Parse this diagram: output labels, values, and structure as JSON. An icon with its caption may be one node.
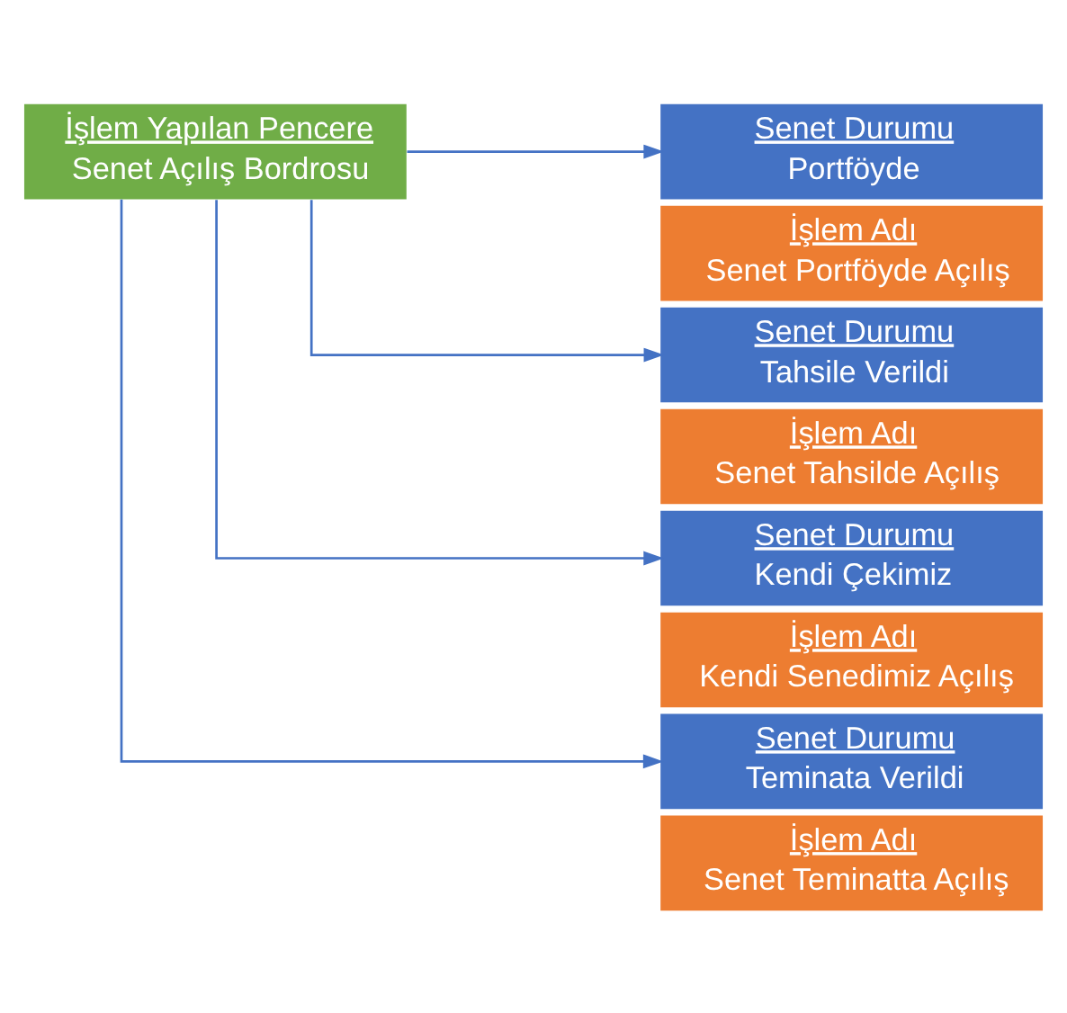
{
  "diagram": {
    "nodes": [
      {
        "text": [
          "İşlem Yapılan Pencere",
          "Senet Açılış Bordrosu"
        ]
      },
      {
        "text": [
          "Senet Durumu",
          "Portföyde"
        ]
      },
      {
        "text": [
          "İşlem Adı",
          "Senet Portföyde Açılış"
        ]
      },
      {
        "text": [
          "Senet Durumu",
          "Tahsile Verildi"
        ]
      },
      {
        "text": [
          "İşlem Adı",
          "Senet Tahsilde Açılış"
        ]
      },
      {
        "text": [
          "Senet Durumu",
          "Kendi Çekimiz"
        ]
      },
      {
        "text": [
          "İşlem Adı",
          "Kendi Senedimiz Açılış"
        ]
      },
      {
        "text": [
          "Senet Durumu",
          "Teminata Verildi"
        ]
      },
      {
        "text": [
          "İşlem Adı",
          "Senet Teminatta Açılış"
        ]
      }
    ],
    "edges": [
      {
        "from": 0,
        "to": 1,
        "arrow": "to"
      },
      {
        "from": 0,
        "to": 3,
        "arrow": "to"
      },
      {
        "from": 0,
        "to": 5,
        "arrow": "to"
      },
      {
        "from": 0,
        "to": 7,
        "arrow": "to"
      }
    ]
  }
}
